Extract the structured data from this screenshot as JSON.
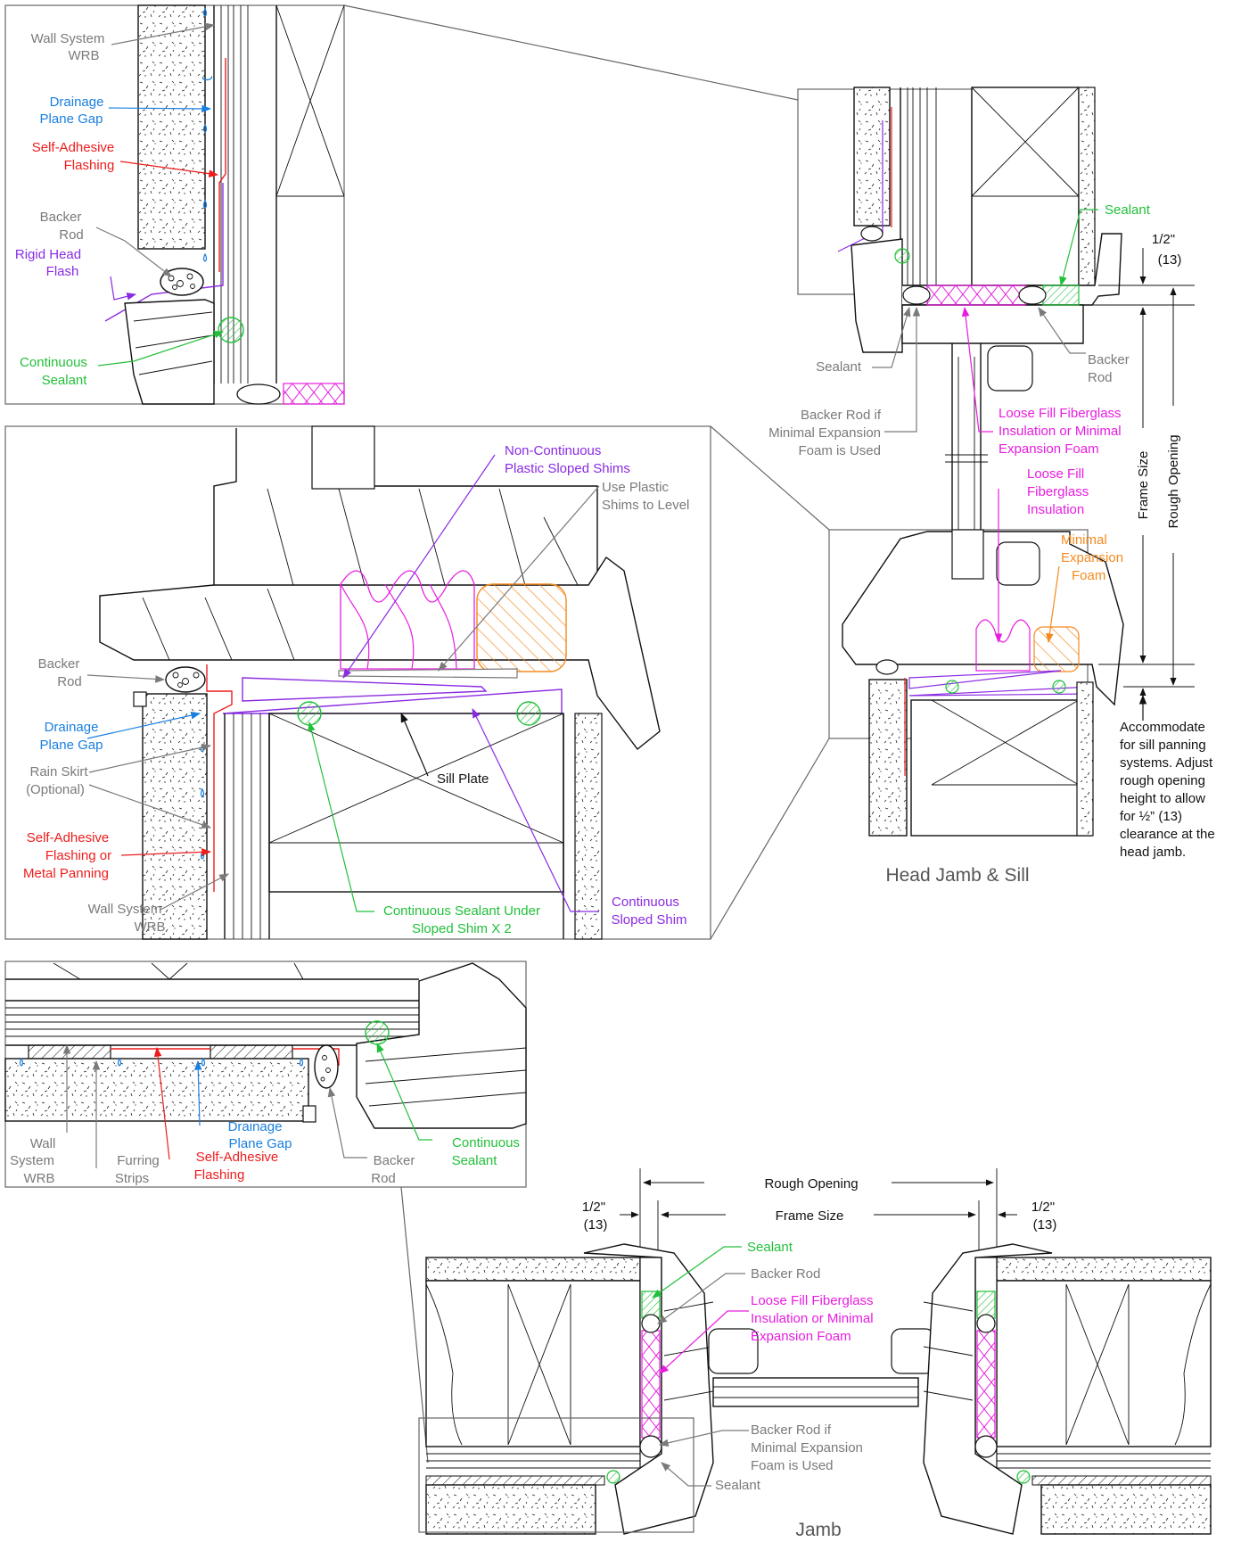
{
  "titles": {
    "head_sill": "Head Jamb & Sill",
    "jamb": "Jamb"
  },
  "colors": {
    "gray": "#7a7a7a",
    "blue": "#1a7fe0",
    "red": "#ee1c1c",
    "purple": "#8a2be2",
    "green": "#22c03a",
    "magenta": "#e81ce0",
    "orange": "#f58a1f",
    "black": "#111111"
  },
  "detail_head": {
    "wall_wrb": [
      "Wall System",
      "WRB"
    ],
    "drainage": [
      "Drainage",
      "Plane Gap"
    ],
    "flashing": [
      "Self-Adhesive",
      "Flashing"
    ],
    "backer": [
      "Backer",
      "Rod"
    ],
    "rigid": [
      "Rigid Head",
      "Flash"
    ],
    "sealant": [
      "Continuous",
      "Sealant"
    ]
  },
  "detail_sill": {
    "shims_nc": [
      "Non-Continuous",
      "Plastic Sloped Shims"
    ],
    "shims_level": [
      "Use Plastic",
      "Shims to Level"
    ],
    "backer": [
      "Backer",
      "Rod"
    ],
    "drainage": [
      "Drainage",
      "Plane Gap"
    ],
    "rain_skirt": [
      "Rain Skirt",
      "(Optional)"
    ],
    "sill_plate": "Sill Plate",
    "flashing": [
      "Self-Adhesive",
      "Flashing or",
      "Metal Panning"
    ],
    "wrb": [
      "Wall System",
      "WRB"
    ],
    "sealant_under": [
      "Continuous Sealant Under",
      "Sloped Shim X 2"
    ],
    "sloped_shim": [
      "Continuous",
      "Sloped Shim"
    ]
  },
  "detail_jamb": {
    "wrb": [
      "Wall",
      "System",
      "WRB"
    ],
    "furring": [
      "Furring",
      "Strips"
    ],
    "drainage": [
      "Drainage",
      "Plane Gap"
    ],
    "flashing": [
      "Self-Adhesive",
      "Flashing"
    ],
    "backer": [
      "Backer",
      "Rod"
    ],
    "sealant": [
      "Continuous",
      "Sealant"
    ]
  },
  "head_sill_section": {
    "sealant_top": "Sealant",
    "half_inch": "1/2\"",
    "mm13": "(13)",
    "sealant_left": "Sealant",
    "backer_right": [
      "Backer",
      "Rod"
    ],
    "backer_if": [
      "Backer Rod if",
      "Minimal Expansion",
      "Foam is Used"
    ],
    "loose_fill_1": [
      "Loose Fill Fiberglass",
      "Insulation or Minimal",
      "Expansion Foam"
    ],
    "loose_fill_2": [
      "Loose Fill",
      "Fiberglass",
      "Insulation"
    ],
    "minimal_foam": [
      "Minimal",
      "Expansion",
      "Foam"
    ],
    "frame_size": "Frame Size",
    "rough_opening": "Rough Opening",
    "accommodate": [
      "Accommodate",
      "for sill panning",
      "systems. Adjust",
      "rough opening",
      "height to allow",
      "for ½” (13)",
      "clearance at the",
      "head jamb."
    ]
  },
  "jamb_section": {
    "rough_opening": "Rough Opening",
    "frame_size": "Frame Size",
    "half_left": "1/2\"",
    "mm_left": "(13)",
    "half_right": "1/2\"",
    "mm_right": "(13)",
    "sealant": "Sealant",
    "backer": "Backer Rod",
    "loose_fill": [
      "Loose Fill Fiberglass",
      "Insulation or Minimal",
      "Expansion Foam"
    ],
    "backer_if": [
      "Backer Rod if",
      "Minimal Expansion",
      "Foam is Used"
    ],
    "sealant_bottom": "Sealant"
  }
}
